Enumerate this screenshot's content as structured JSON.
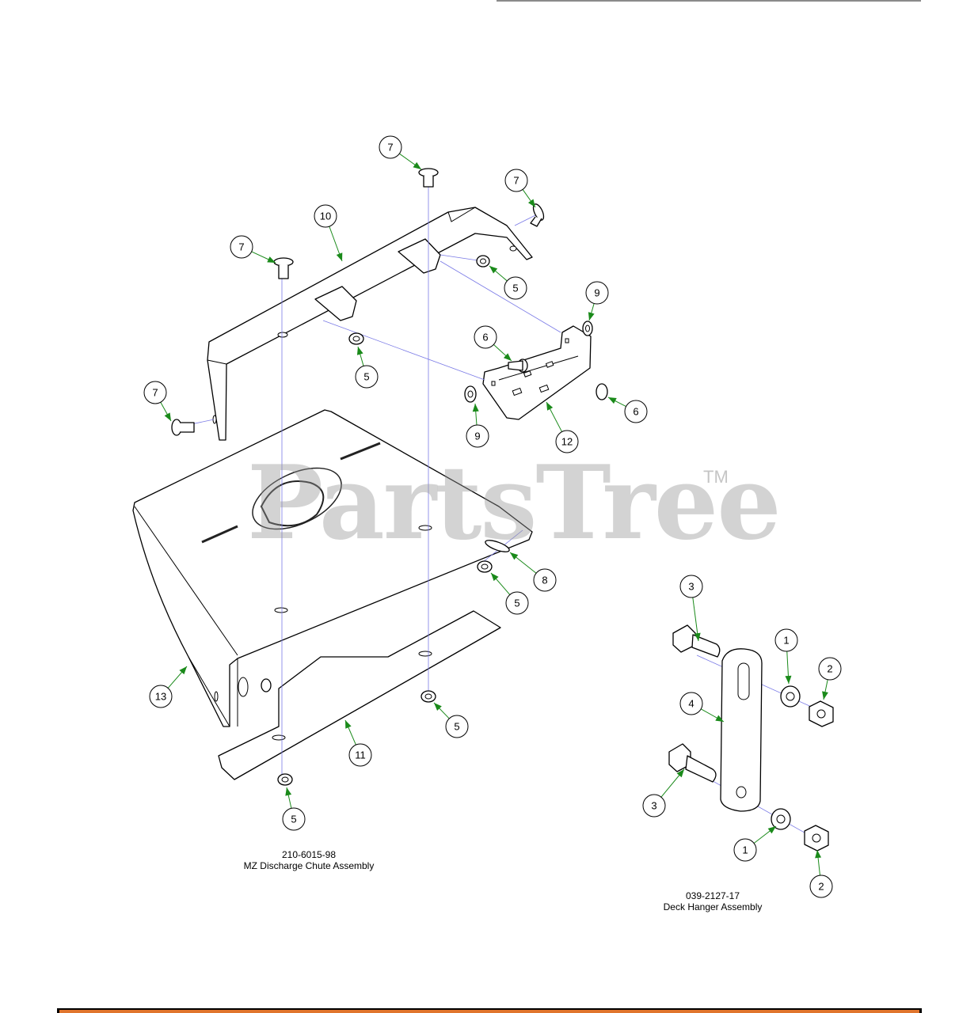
{
  "watermark": {
    "text": "PartsTree",
    "tm": "TM"
  },
  "assemblies": [
    {
      "part_number": "210-6015-98",
      "name": "MZ Discharge Chute Assembly"
    },
    {
      "part_number": "039-2127-17",
      "name": "Deck Hanger Assembly"
    }
  ],
  "callouts": [
    "7",
    "7",
    "7",
    "7",
    "10",
    "5",
    "5",
    "9",
    "6",
    "6",
    "9",
    "12",
    "5",
    "8",
    "13",
    "5",
    "11",
    "5",
    "3",
    "1",
    "2",
    "4",
    "3",
    "1",
    "2"
  ],
  "colors": {
    "leader": "#1a8a1a",
    "axis": "#7a7ae6",
    "accent_band": "#e0752d"
  }
}
